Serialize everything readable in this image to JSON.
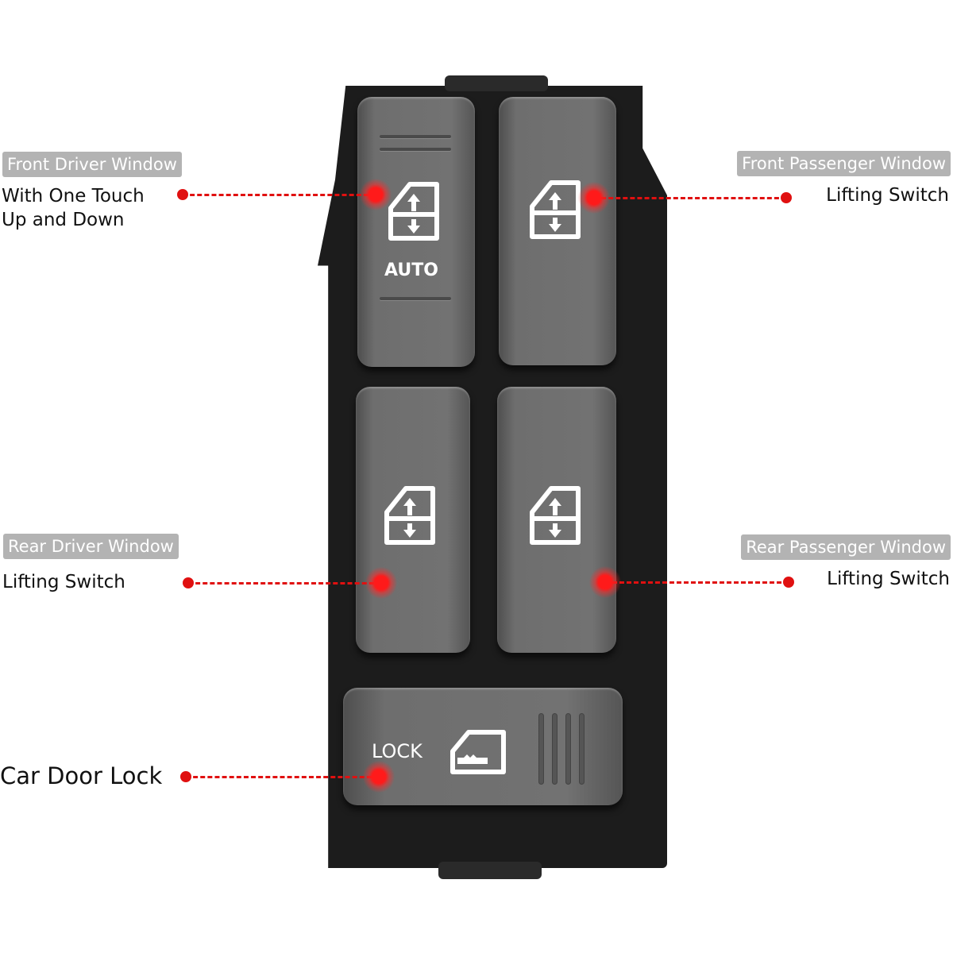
{
  "callouts": {
    "front_driver": {
      "tag": "Front Driver Window",
      "line1": "With One Touch",
      "line2": "Up and Down"
    },
    "front_passenger": {
      "tag": "Front Passenger Window",
      "line1": "Lifting Switch"
    },
    "rear_driver": {
      "tag": "Rear Driver Window",
      "line1": "Lifting Switch"
    },
    "rear_passenger": {
      "tag": "Rear Passenger Window",
      "line1": "Lifting Switch"
    },
    "door_lock": {
      "line1": "Car Door Lock"
    }
  },
  "switch_panel": {
    "auto_label": "AUTO",
    "lock_label": "LOCK",
    "icons": [
      "window-up-down-icon",
      "door-lock-icon"
    ]
  },
  "colors": {
    "accent": "#e01010",
    "tag_bg": "#b3b3b3",
    "switch": "#6e6e6e",
    "housing": "#1c1c1c"
  }
}
